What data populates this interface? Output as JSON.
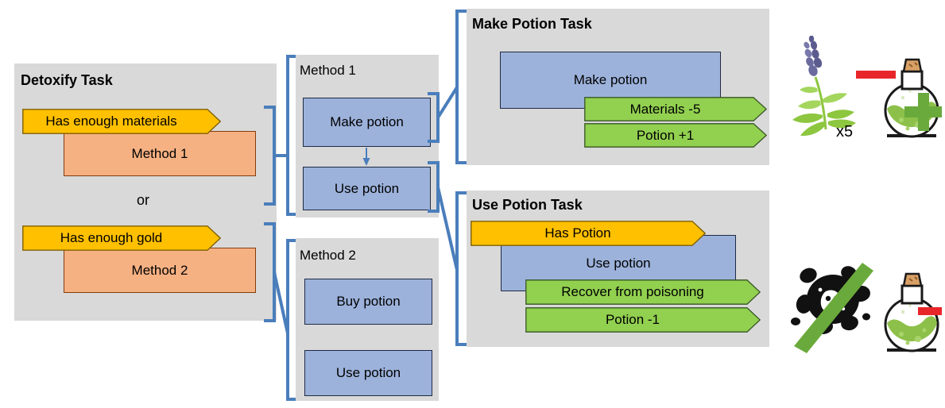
{
  "colors": {
    "panel_bg": "#d9d9d9",
    "condition_yellow": "#ffc000",
    "method_orange": "#f6b183",
    "action_blue": "#9cb2db",
    "effect_green": "#92d050",
    "bracket_blue": "#4a7ebb",
    "red_marker": "#e8262a",
    "green_marker": "#6aaa3c"
  },
  "detoxify_panel": {
    "title": "Detoxify Task",
    "or_label": "or",
    "branches": [
      {
        "condition": "Has enough materials",
        "method": "Method 1"
      },
      {
        "condition": "Has enough gold",
        "method": "Method 2"
      }
    ]
  },
  "method1_panel": {
    "title": "Method 1",
    "steps": [
      {
        "label": "Make potion"
      },
      {
        "label": "Use potion"
      }
    ]
  },
  "method2_panel": {
    "title": "Method 2",
    "steps": [
      {
        "label": "Buy potion"
      },
      {
        "label": "Use potion"
      }
    ]
  },
  "make_potion_panel": {
    "title": "Make Potion Task",
    "action": "Make potion",
    "effects": [
      {
        "label": "Materials -5"
      },
      {
        "label": "Potion +1"
      }
    ]
  },
  "use_potion_panel": {
    "title": "Use Potion Task",
    "condition": "Has Potion",
    "action": "Use potion",
    "effects": [
      {
        "label": "Recover from poisoning"
      },
      {
        "label": "Potion -1"
      }
    ]
  },
  "icons": {
    "top_row": {
      "plant": "lavender-herb-icon",
      "plant_count": "x5",
      "consume_marker": "red-minus-icon",
      "potion": "green-potion-flask-icon",
      "produce_marker": "green-plus-icon"
    },
    "bottom_row": {
      "poison": "black-poison-splat-icon",
      "cure_marker": "green-slash-icon",
      "potion": "green-potion-flask-icon",
      "consume_marker": "red-minus-icon"
    }
  }
}
